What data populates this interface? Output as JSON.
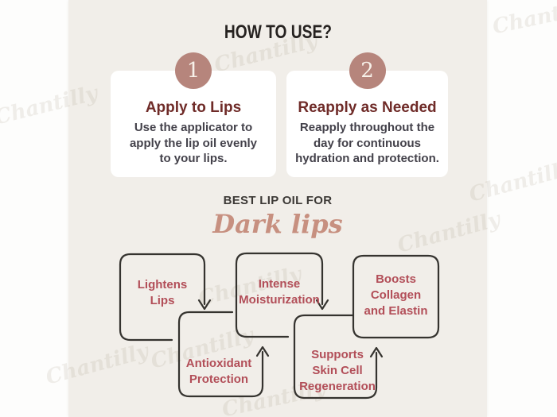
{
  "title": "HOW TO USE?",
  "steps": [
    {
      "number": "1",
      "title": "Apply to Lips",
      "body": [
        "Use the applicator to",
        "apply the lip oil evenly",
        "to your lips."
      ]
    },
    {
      "number": "2",
      "title": "Reapply as Needed",
      "body": [
        "Reapply throughout the",
        "day for continuous",
        "hydration and protection."
      ]
    }
  ],
  "benefits": {
    "eyebrow": "BEST LIP OIL FOR",
    "highlight": "Dark lips",
    "boxes": [
      {
        "lines": [
          "Lightens",
          "Lips"
        ]
      },
      {
        "lines": [
          "Intense",
          "Moisturization"
        ]
      },
      {
        "lines": [
          "Boosts",
          "Collagen",
          "and Elastin"
        ]
      },
      {
        "lines": [
          "Antioxidant",
          "Protection"
        ]
      },
      {
        "lines": [
          "Supports",
          "Skin Cell",
          "Regeneration"
        ]
      }
    ]
  },
  "watermark_text": "Chantilly",
  "colors": {
    "page_bg": "#fdfdfc",
    "panel_bg": "#f1eee9",
    "badge": "#b6857c",
    "card_title": "#6f2b28",
    "card_body": "#43414a",
    "title_ink": "#262220",
    "eyebrow_ink": "#3c3936",
    "script_rose": "#c79080",
    "flow_text": "#b24e58",
    "flow_border": "#35332f"
  }
}
